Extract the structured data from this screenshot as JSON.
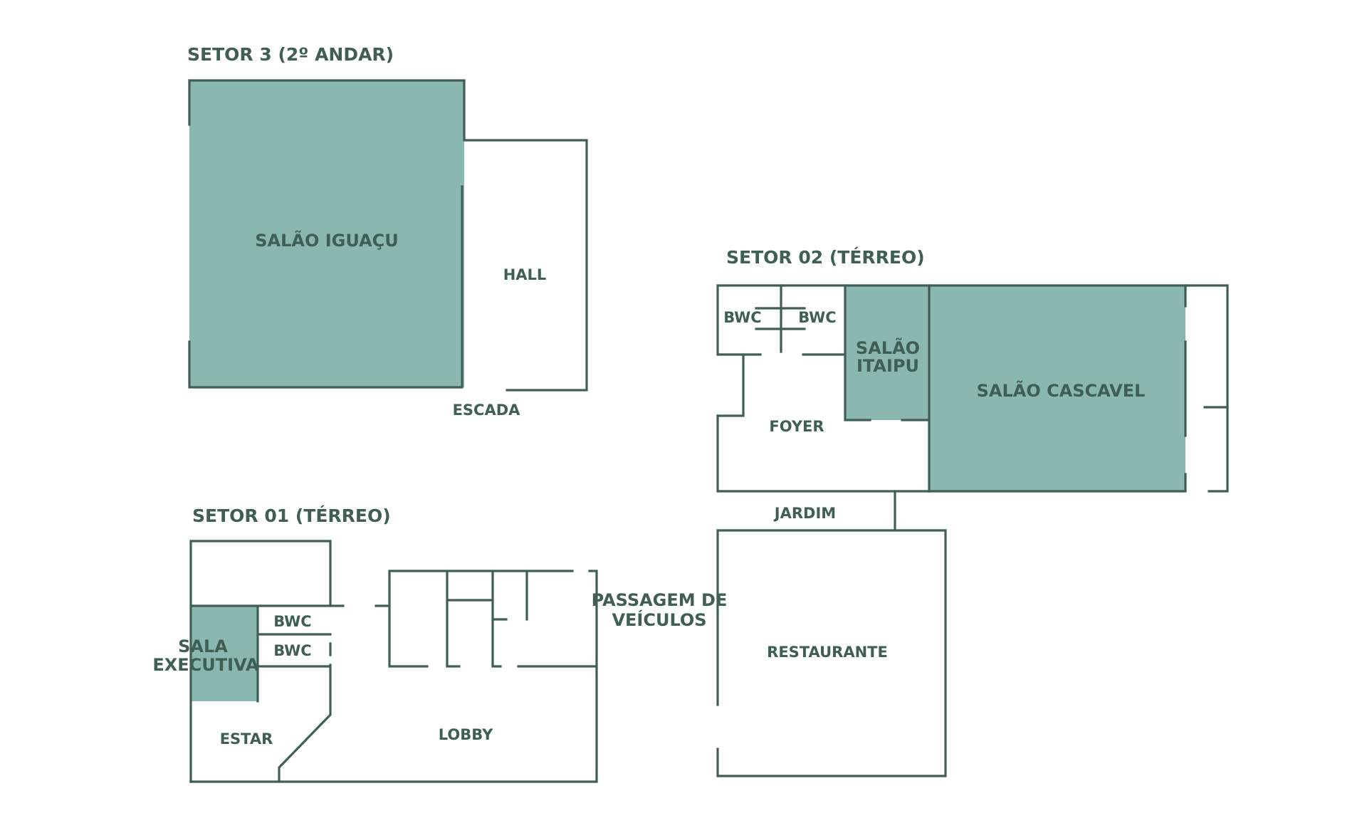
{
  "sectors": {
    "setor3": "SETOR 3 (2º ANDAR)",
    "setor02": "SETOR 02 (TÉRREO)",
    "setor01": "SETOR 01 (TÉRREO)"
  },
  "rooms": {
    "salao_iguacu": "SALÃO IGUAÇU",
    "hall": "HALL",
    "escada": "ESCADA",
    "bwc_left": "BWC",
    "bwc_right": "BWC",
    "salao_itaipu_1": "SALÃO",
    "salao_itaipu_2": "ITAIPU",
    "salao_cascavel": "SALÃO CASCAVEL",
    "foyer": "FOYER",
    "jardim": "JARDIM",
    "passagem_1": "PASSAGEM DE",
    "passagem_2": "VEÍCULOS",
    "restaurante": "RESTAURANTE",
    "sala_executiva_1": "SALA",
    "sala_executiva_2": "EXECUTIVA",
    "bwc_s1_top": "BWC",
    "bwc_s1_bottom": "BWC",
    "estar": "ESTAR",
    "lobby": "LOBBY"
  },
  "colors": {
    "wall": "#3f5f55",
    "highlight": "#8ab8b0",
    "background": "#ffffff"
  }
}
